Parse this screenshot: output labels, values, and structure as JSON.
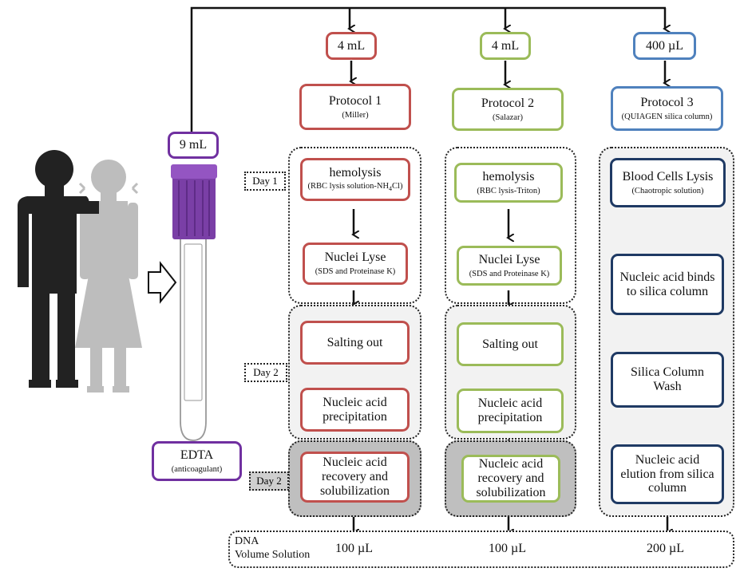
{
  "sample_volume": "9 mL",
  "edta": {
    "title": "EDTA",
    "subtitle": "(anticoagulant)"
  },
  "protocols": [
    {
      "volume": "4 mL",
      "title": "Protocol 1",
      "author": "(Miller)",
      "steps": [
        {
          "main": "hemolysis",
          "sub": "(RBC lysis solution-NH",
          "sub_subscript": "4",
          "sub_tail": "Cl)"
        },
        {
          "main": "Nuclei Lyse",
          "sub": "(SDS and Proteinase K)"
        },
        {
          "main": "Salting out"
        },
        {
          "main": "Nucleic acid precipitation"
        },
        {
          "main": "Nucleic acid recovery and solubilization"
        }
      ],
      "dna_volume": "100 µL"
    },
    {
      "volume": "4 mL",
      "title": "Protocol 2",
      "author": "(Salazar)",
      "steps": [
        {
          "main": "hemolysis",
          "sub": "(RBC lysis-Triton)"
        },
        {
          "main": "Nuclei Lyse",
          "sub": "(SDS and Proteinase K)"
        },
        {
          "main": "Salting out"
        },
        {
          "main": "Nucleic acid precipitation"
        },
        {
          "main": "Nucleic acid recovery and solubilization"
        }
      ],
      "dna_volume": "100 µL"
    },
    {
      "volume": "400 µL",
      "title": "Protocol 3",
      "author": "(QUIAGEN silica column)",
      "steps": [
        {
          "main": "Blood Cells Lysis",
          "sub": "(Chaotropic solution)"
        },
        {
          "main": "Nucleic acid binds to silica column"
        },
        {
          "main": "Silica Column Wash"
        },
        {
          "main": "Nucleic acid elution from silica column"
        }
      ],
      "dna_volume": "200 µL"
    }
  ],
  "day_labels": [
    "Day 1",
    "Day 2",
    "Day 2"
  ],
  "dna_label": {
    "line1": "DNA",
    "line2": "Volume Solution"
  },
  "colors": {
    "protocol1": "#c0504d",
    "protocol2": "#9bbb59",
    "protocol3": "#4f81bd",
    "protocol3_steps": "#1f3a64",
    "tube": "#7030a0"
  }
}
